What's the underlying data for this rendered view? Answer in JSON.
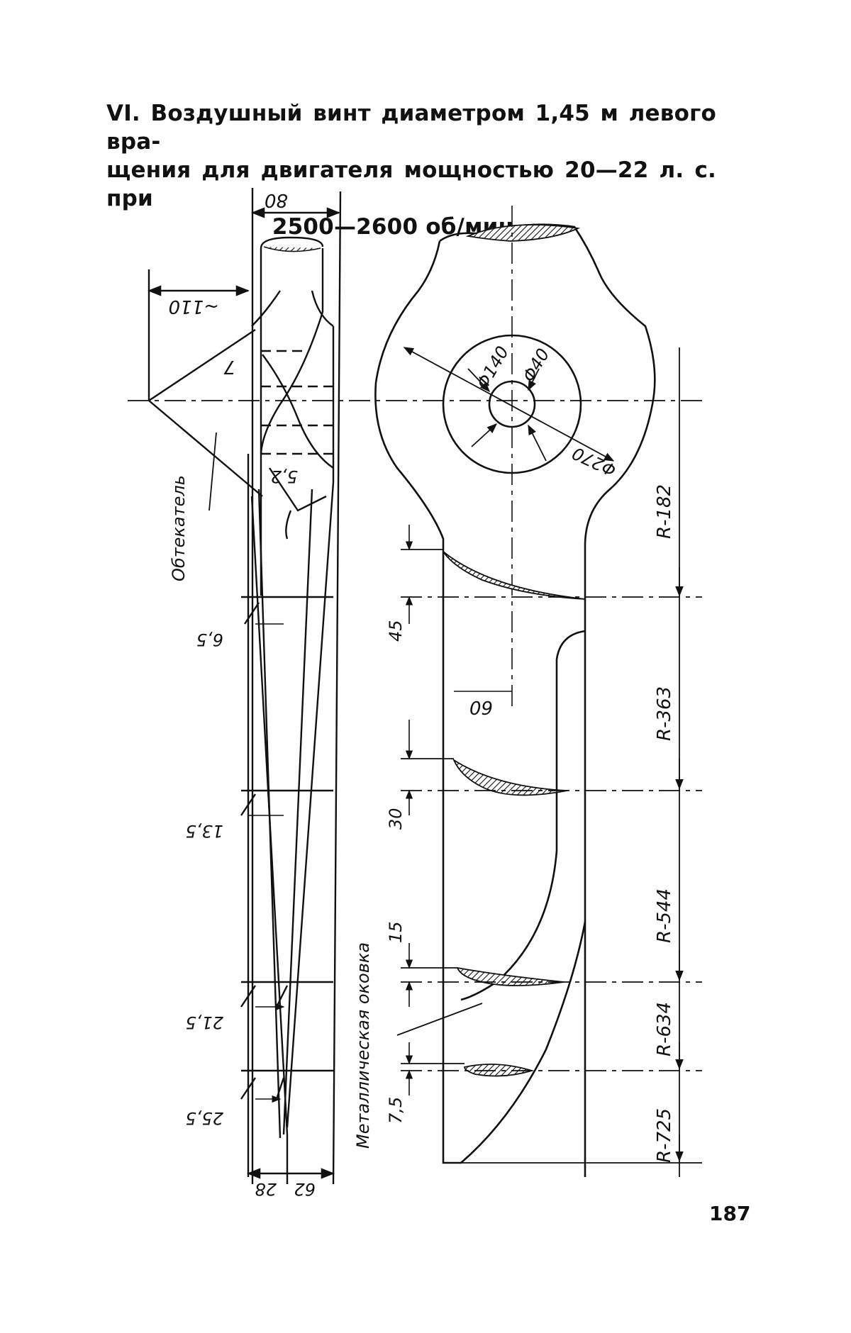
{
  "caption": {
    "line1": "VI. Воздушный винт диаметром 1,45 м левого вра-",
    "line2": "щения для двигателя мощностью 20—22 л. с. при",
    "line3": "2500—2600 об/мин."
  },
  "page_number": "187",
  "labels": {
    "w80": "80",
    "w110": "~110",
    "d7": "7",
    "d52": "5,2",
    "d65": "6,5",
    "d135": "13,5",
    "d215": "21,5",
    "d255": "25,5",
    "b28": "28",
    "b62": "62",
    "fairing": "Обтекатель",
    "metal": "Металлическая оковка",
    "phi140": "Φ140",
    "phi40": "Φ40",
    "phi270": "Φ270",
    "h60": "60",
    "s45": "45",
    "s30": "30",
    "s15": "15",
    "s75": "7,5",
    "r182": "R-182",
    "r363": "R-363",
    "r544": "R-544",
    "r634": "R-634",
    "r725": "R-725"
  }
}
